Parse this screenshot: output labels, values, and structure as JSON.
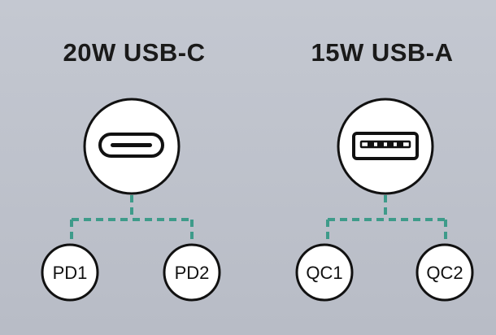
{
  "left": {
    "title": "20W USB-C",
    "connector_icon": "usb-c-port-icon",
    "ports": [
      "PD1",
      "PD2"
    ]
  },
  "right": {
    "title": "15W USB-A",
    "connector_icon": "usb-a-port-icon",
    "ports": [
      "QC1",
      "QC2"
    ]
  },
  "colors": {
    "background": "#bec2cc",
    "connector": "#3e9b8a",
    "circle_fill": "#ffffff",
    "outline": "#111111"
  }
}
